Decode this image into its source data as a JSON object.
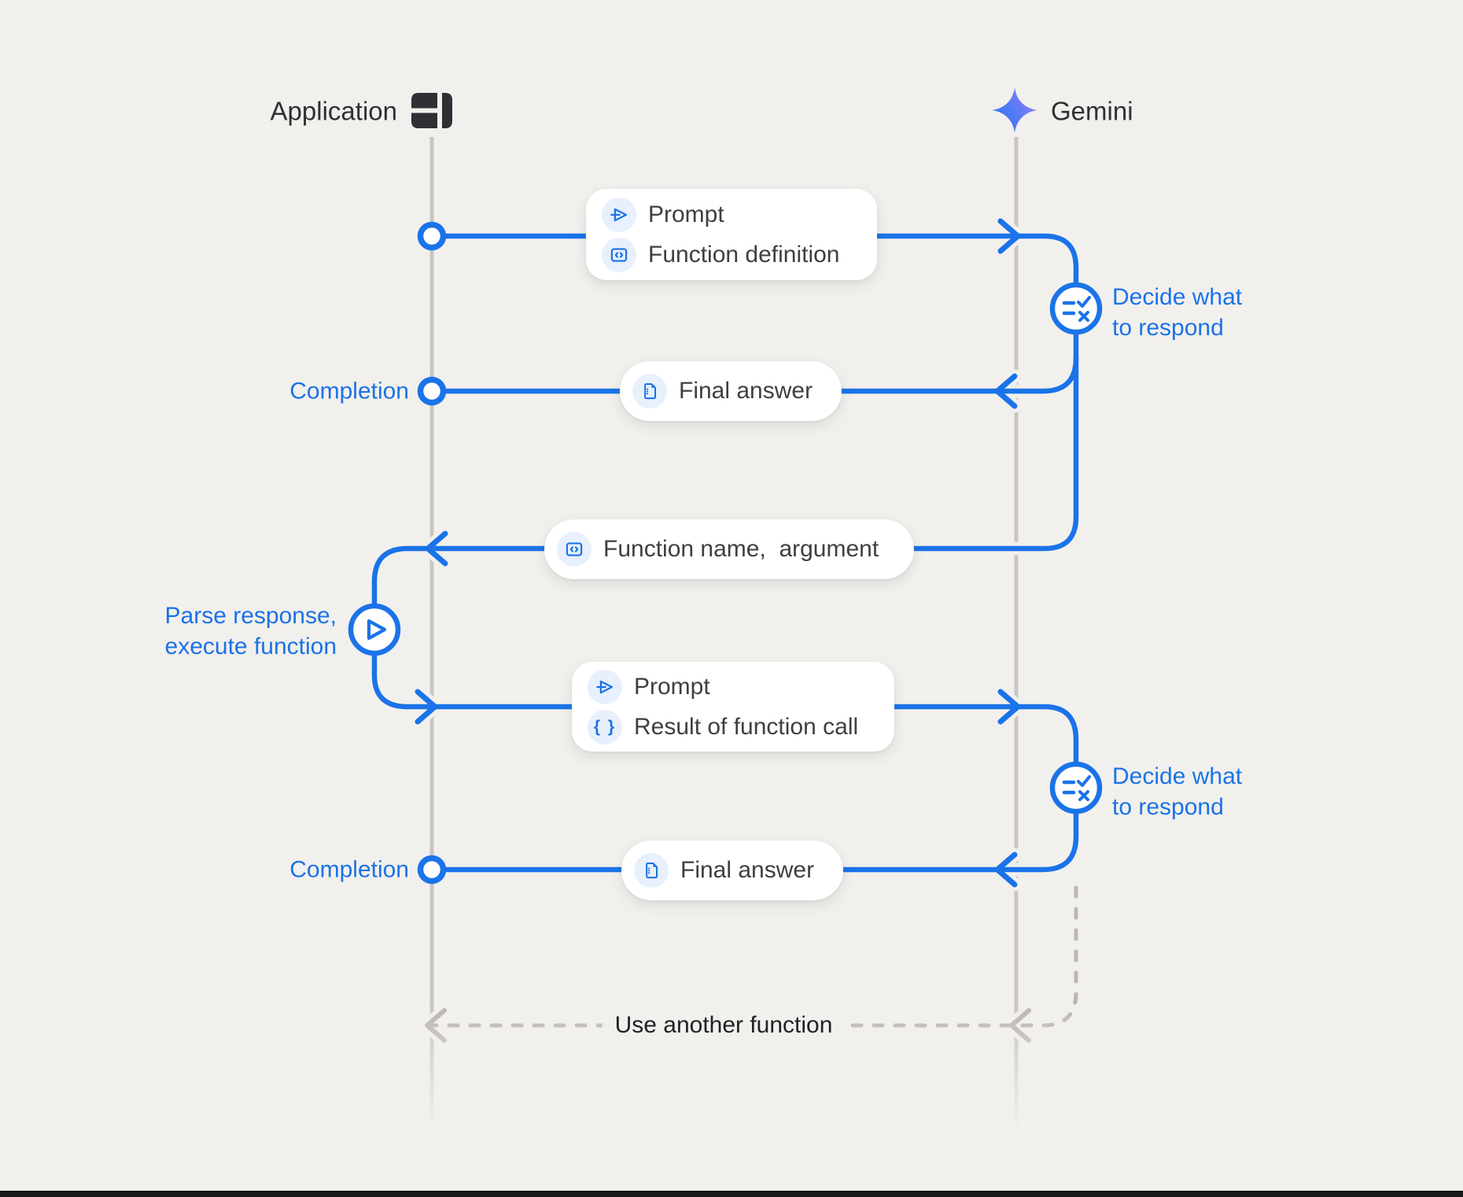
{
  "participants": {
    "application": {
      "label": "Application",
      "icon": "app-window-icon"
    },
    "gemini": {
      "label": "Gemini",
      "icon": "gemini-star-icon"
    }
  },
  "messages": {
    "prompt_with_function_definition": {
      "row1": {
        "icon": "send-icon",
        "label": "Prompt"
      },
      "row2": {
        "icon": "code-box-icon",
        "label": "Function definition"
      }
    },
    "final_answer_1": {
      "icon": "document-icon",
      "label": "Final answer"
    },
    "function_name_argument": {
      "icon": "code-box-icon",
      "label": "Function name,  argument"
    },
    "prompt_with_function_result": {
      "row1": {
        "icon": "send-icon",
        "label": "Prompt"
      },
      "row2": {
        "icon": "braces-icon",
        "label": "Result of function call",
        "glyph": "{ }"
      }
    },
    "final_answer_2": {
      "icon": "document-icon",
      "label": "Final answer"
    }
  },
  "annotations": {
    "completion_1": "Completion",
    "completion_2": "Completion",
    "decide_1": {
      "line1": "Decide what",
      "line2": "to respond"
    },
    "decide_2": {
      "line1": "Decide what",
      "line2": "to respond"
    },
    "parse": {
      "line1": "Parse response,",
      "line2": "execute function"
    },
    "loop_label": "Use another function"
  },
  "colors": {
    "background": "#f2f0ed",
    "accent_blue": "#1a73e8",
    "icon_chip_bg": "#e8f0fe",
    "text_dark": "#3c4043",
    "header_text": "#2f3033",
    "lifeline_gray": "#c8c5c2",
    "dashed_gray": "#b9b6b3",
    "gemini_gradient_start": "#3273f4",
    "gemini_gradient_end": "#9d7bf6",
    "bottom_bar": "#181715"
  }
}
